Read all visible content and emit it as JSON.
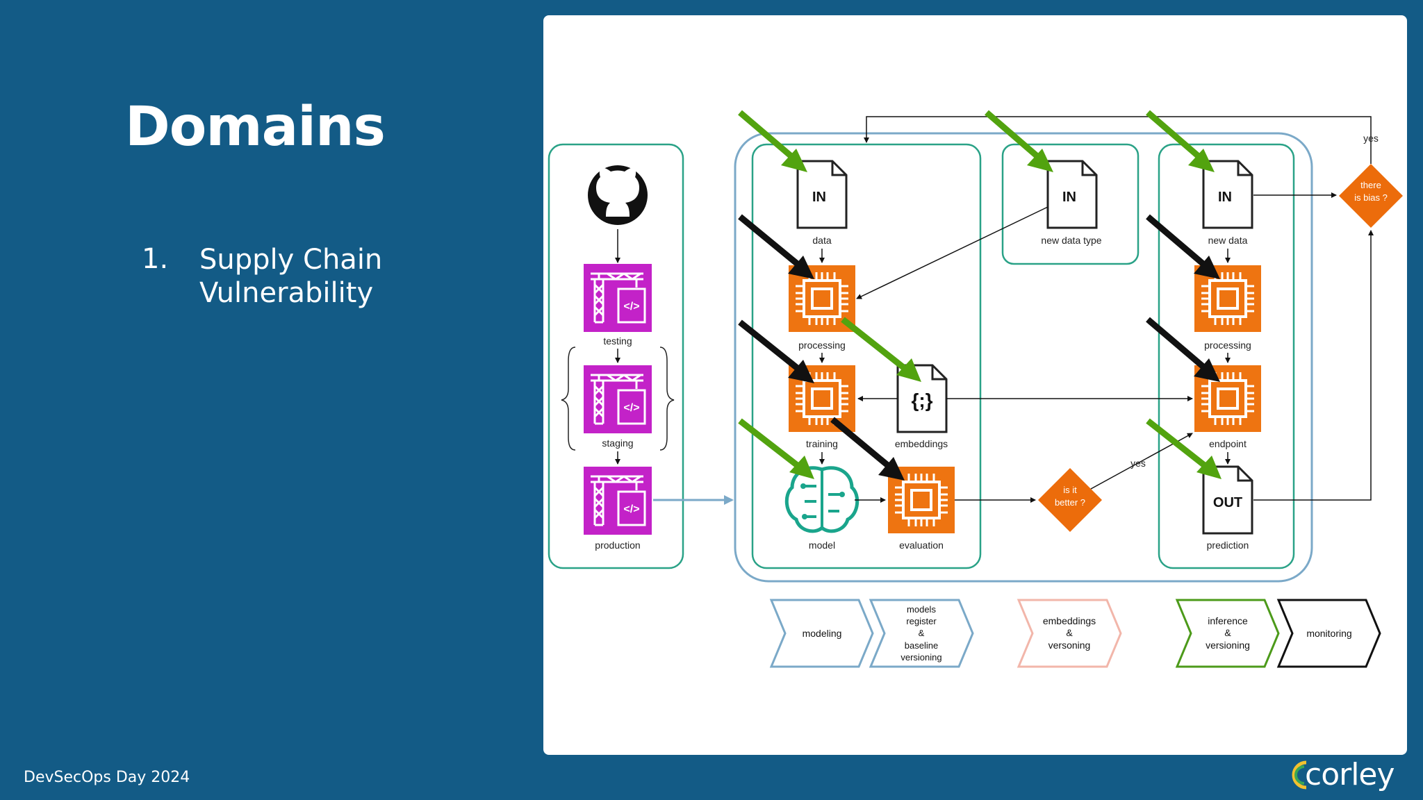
{
  "slide": {
    "title": "Domains",
    "list_number": "1.",
    "list_line1": "Supply Chain",
    "list_line2": "Vulnerability",
    "footer": "DevSecOps Day 2024",
    "logo_text": "corley"
  },
  "diagram": {
    "pipeline": {
      "testing": "testing",
      "staging": "staging",
      "production": "production"
    },
    "nodes": {
      "in_badge": "IN",
      "out_badge": "OUT",
      "data": "data",
      "processing": "processing",
      "training": "training",
      "embeddings": "embeddings",
      "embeddings_glyph": "{;}",
      "model": "model",
      "evaluation": "evaluation",
      "new_data_type": "new data type",
      "new_data": "new data",
      "processing2": "processing",
      "endpoint": "endpoint",
      "prediction": "prediction"
    },
    "decisions": {
      "better_line1": "is it",
      "better_line2": "better ?",
      "bias_line1": "there",
      "bias_line2": "is bias ?",
      "yes": "yes"
    },
    "chevrons": {
      "modeling": "modeling",
      "models_register_1": "models",
      "models_register_2": "register",
      "models_register_3": "&",
      "models_register_4": "baseline",
      "models_register_5": "versioning",
      "embeddings_1": "embeddings",
      "embeddings_2": "&",
      "embeddings_3": "versoning",
      "inference_1": "inference",
      "inference_2": "&",
      "inference_3": "versioning",
      "monitoring": "monitoring"
    },
    "colors": {
      "background": "#135b86",
      "chip": "#ee7411",
      "crane": "#c322c8",
      "teal": "#2aa287",
      "blue_border": "#7ba9c8",
      "decision": "#ec6c0b",
      "green_arrow": "#52a30f",
      "black_arrow": "#111111",
      "chevron_pink": "#f2b6aa",
      "chevron_green": "#4c9a1a"
    }
  }
}
